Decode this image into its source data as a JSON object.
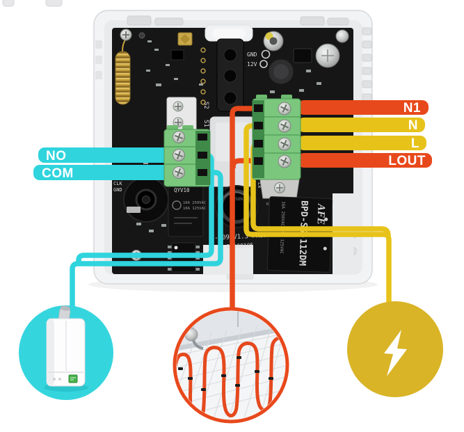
{
  "bands": {
    "left": [
      {
        "label": "NO"
      },
      {
        "label": "COM"
      }
    ],
    "right": [
      {
        "label": "N1"
      },
      {
        "label": "N"
      },
      {
        "label": "L"
      },
      {
        "label": "LOUT"
      }
    ]
  },
  "silkscreen": {
    "gnd": "GND",
    "v12": "12V",
    "s2": "S2",
    "s1": "S1",
    "clk": "CLK",
    "gnd2": "GND",
    "lx": "Lx",
    "r14": "R14 R70",
    "board": "T-R09-V1.3 PROD",
    "serial": "D0100105",
    "sensor": "BOSON"
  },
  "relay_small": {
    "name": "QYV10",
    "rating1": "10A 250VAC",
    "rating2": "10A 125VAC"
  },
  "relay_big": {
    "brand": "AFE",
    "model": "BPD-SS-112DM",
    "rating": "16A 250VAC 15A 125VAC"
  },
  "colors": {
    "cyan": "#2fd4dd",
    "red": "#e8491c",
    "yellow": "#e7c31a",
    "yellow_circle": "#d9b427",
    "floor_ring": "#e8491c",
    "terminal_green": "#7cc77e",
    "pcb_black": "#161616"
  },
  "icons": {
    "boiler": "boiler-icon",
    "floor_heating": "floor-heating-icon",
    "power": "lightning-icon"
  }
}
